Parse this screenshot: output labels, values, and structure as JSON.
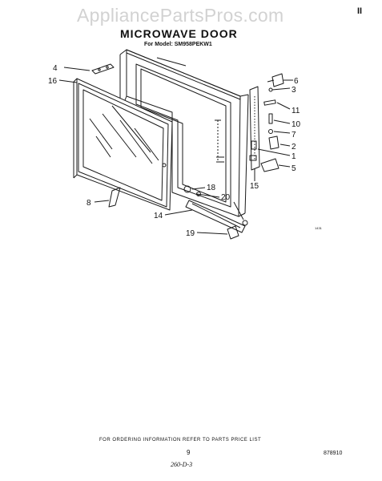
{
  "watermark": "AppliancePartsPros.com",
  "title": "MICROWAVE DOOR",
  "subtitle": "For Model: SM958PEKW1",
  "corner_mark": "II",
  "callouts": {
    "c4": "4",
    "c16": "16",
    "c8": "8",
    "c6": "6",
    "c3": "3",
    "c11": "11",
    "c10": "10",
    "c7": "7",
    "c2": "2",
    "c1": "1",
    "c5": "5",
    "c15": "15",
    "c18": "18",
    "c20": "20",
    "c14": "14",
    "c19": "19"
  },
  "tiny_code": "1431",
  "footer_note": "FOR ORDERING INFORMATION REFER TO PARTS PRICE LIST",
  "page_number": "9",
  "part_code": "878910",
  "handwritten_note": "260-D-3",
  "colors": {
    "line": "#1a1a1a",
    "watermark": "#d2d2d2",
    "background": "#ffffff"
  }
}
